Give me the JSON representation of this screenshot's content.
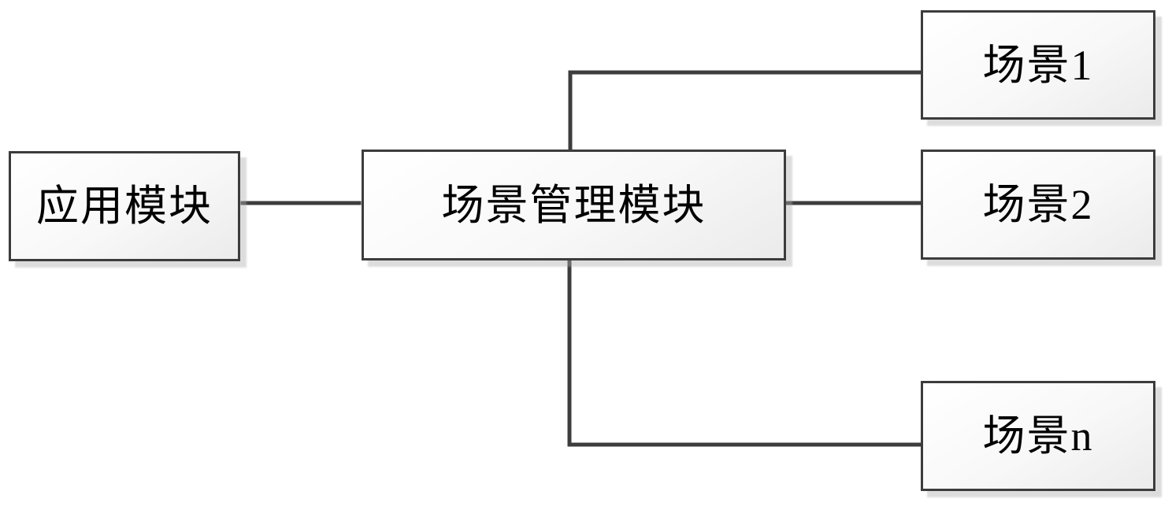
{
  "diagram": {
    "background": "#ffffff",
    "stroke_color": "#3d3d3d",
    "node_fill_top": "#ffffff",
    "node_fill_bottom": "#ebebeb",
    "node_border_color": "#3c3c3c",
    "nodes": {
      "app": {
        "label": "应用模块"
      },
      "manager": {
        "label": "场景管理模块"
      },
      "scene1": {
        "label": "场景1"
      },
      "scene2": {
        "label": "场景2"
      },
      "scene_n": {
        "label": "场景n"
      }
    },
    "connectors": [
      {
        "from": "应用模块",
        "to": "场景管理模块",
        "type": "single-arrow"
      },
      {
        "from": "场景管理模块",
        "to": "场景1",
        "type": "elbow-double-arrow"
      },
      {
        "from": "场景管理模块",
        "to": "场景2",
        "type": "double-arrow"
      },
      {
        "from": "场景管理模块",
        "to": "场景n",
        "type": "elbow-double-arrow"
      }
    ]
  }
}
